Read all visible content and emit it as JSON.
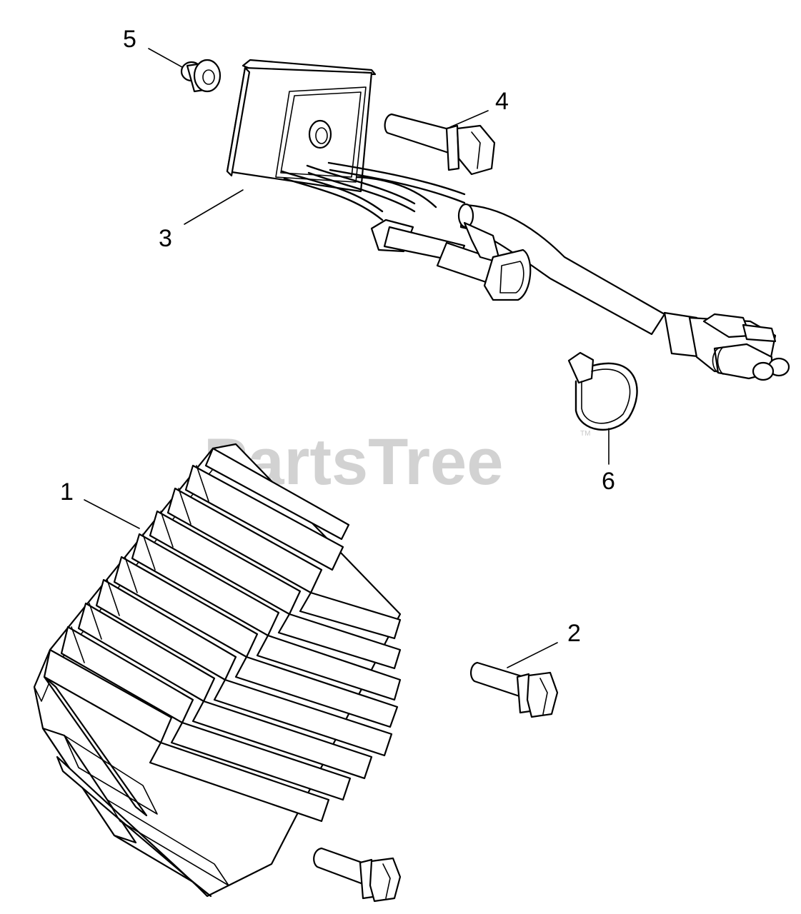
{
  "watermark": {
    "text": "PartsTree",
    "trademark": "TM"
  },
  "callouts": [
    {
      "id": "1",
      "label": "1"
    },
    {
      "id": "2",
      "label": "2"
    },
    {
      "id": "3",
      "label": "3"
    },
    {
      "id": "4",
      "label": "4"
    },
    {
      "id": "5",
      "label": "5"
    },
    {
      "id": "6",
      "label": "6"
    }
  ]
}
